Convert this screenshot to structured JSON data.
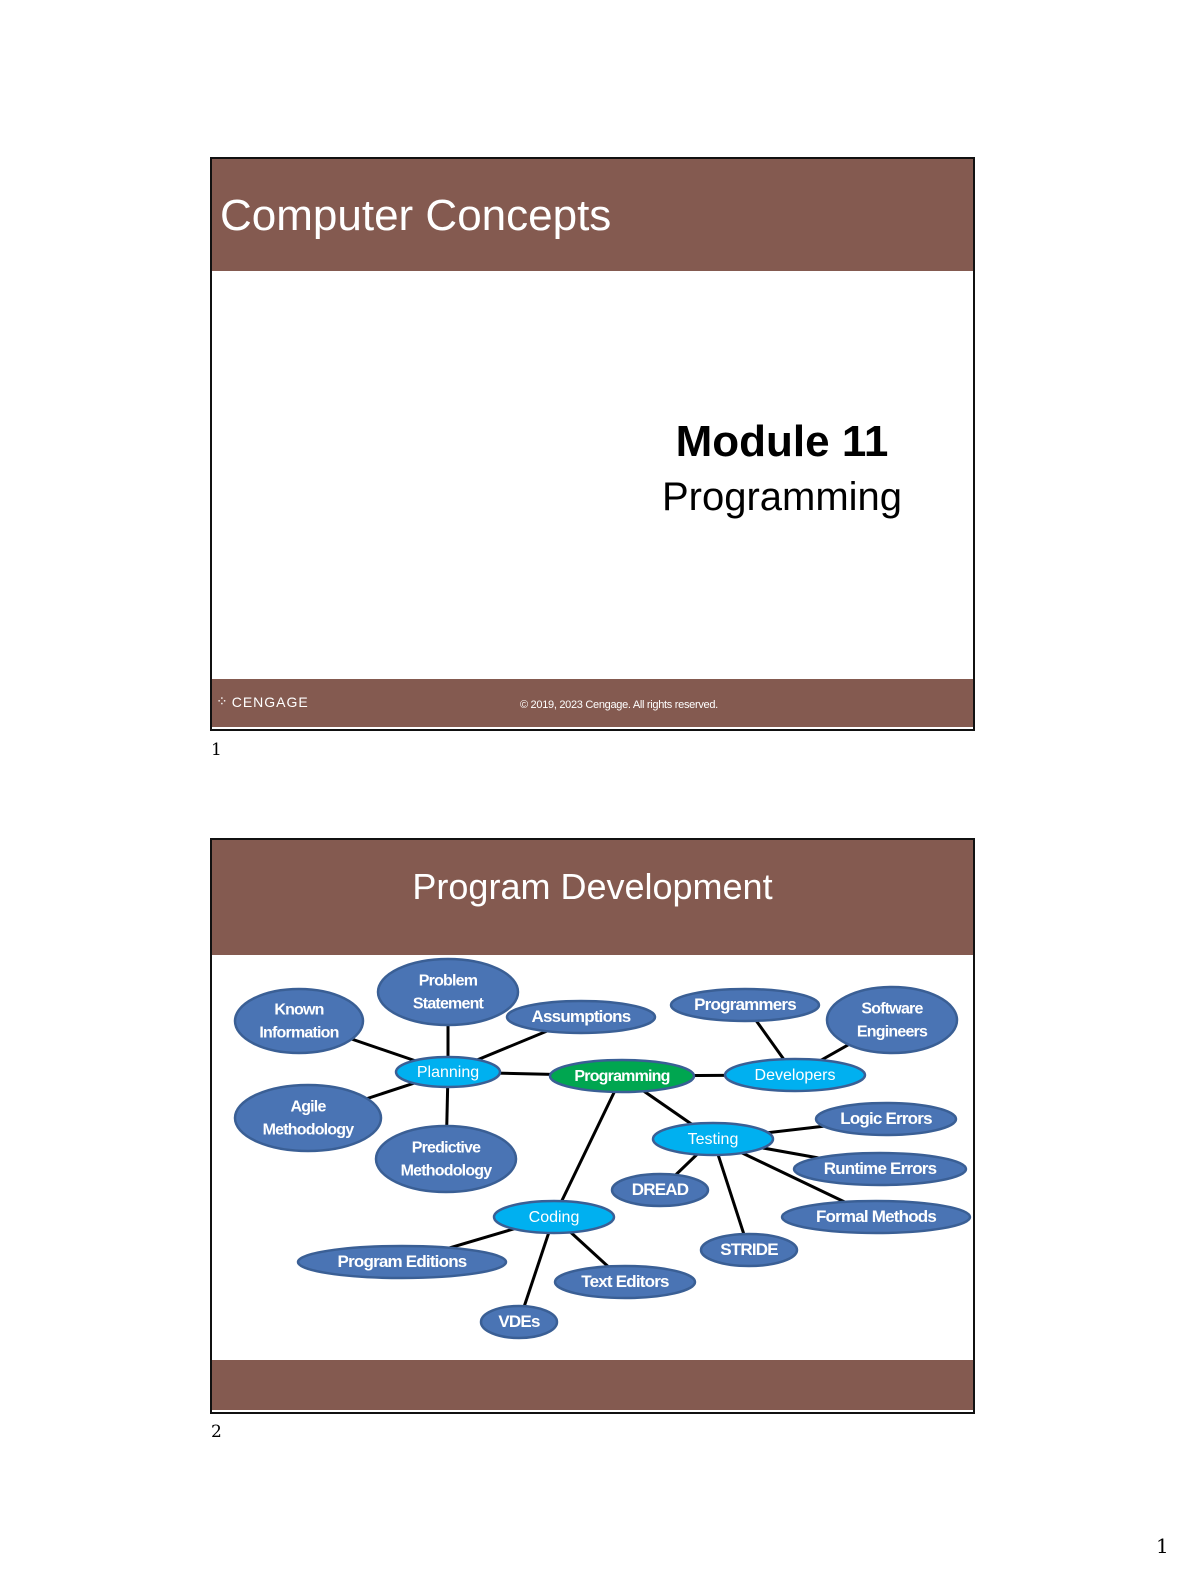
{
  "slide1": {
    "title": "Computer Concepts",
    "module": "Module 11",
    "subtitle": "Programming",
    "logo_text": "CENGAGE",
    "copyright": "© 2019, 2023 Cengage. All rights reserved.",
    "number": "1"
  },
  "slide2": {
    "title": "Program Development",
    "number": "2",
    "nodes": [
      {
        "id": "known",
        "label": [
          "Known",
          "Information"
        ]
      },
      {
        "id": "problem",
        "label": [
          "Problem",
          "Statement"
        ]
      },
      {
        "id": "assump",
        "label": [
          "Assumptions"
        ]
      },
      {
        "id": "programmers",
        "label": [
          "Programmers"
        ]
      },
      {
        "id": "softeng",
        "label": [
          "Software",
          "Engineers"
        ]
      },
      {
        "id": "planning",
        "label": [
          "Planning"
        ],
        "kind": "hub"
      },
      {
        "id": "programming",
        "label": [
          "Programming"
        ],
        "kind": "root"
      },
      {
        "id": "developers",
        "label": [
          "Developers"
        ],
        "kind": "hub"
      },
      {
        "id": "agile",
        "label": [
          "Agile",
          "Methodology"
        ]
      },
      {
        "id": "predictive",
        "label": [
          "Predictive",
          "Methodology"
        ]
      },
      {
        "id": "testing",
        "label": [
          "Testing"
        ],
        "kind": "hub"
      },
      {
        "id": "logic",
        "label": [
          "Logic Errors"
        ]
      },
      {
        "id": "runtime",
        "label": [
          "Runtime Errors"
        ]
      },
      {
        "id": "dread",
        "label": [
          "DREAD"
        ]
      },
      {
        "id": "formal",
        "label": [
          "Formal Methods"
        ]
      },
      {
        "id": "coding",
        "label": [
          "Coding"
        ],
        "kind": "hub"
      },
      {
        "id": "stride",
        "label": [
          "STRIDE"
        ]
      },
      {
        "id": "editions",
        "label": [
          "Program Editions"
        ]
      },
      {
        "id": "texted",
        "label": [
          "Text Editors"
        ]
      },
      {
        "id": "vdes",
        "label": [
          "VDEs"
        ]
      }
    ],
    "edges": [
      [
        "planning",
        "known"
      ],
      [
        "planning",
        "problem"
      ],
      [
        "planning",
        "assump"
      ],
      [
        "planning",
        "agile"
      ],
      [
        "planning",
        "predictive"
      ],
      [
        "planning",
        "programming"
      ],
      [
        "programming",
        "developers"
      ],
      [
        "developers",
        "programmers"
      ],
      [
        "developers",
        "softeng"
      ],
      [
        "programming",
        "testing"
      ],
      [
        "programming",
        "coding"
      ],
      [
        "testing",
        "logic"
      ],
      [
        "testing",
        "runtime"
      ],
      [
        "testing",
        "formal"
      ],
      [
        "testing",
        "dread"
      ],
      [
        "testing",
        "stride"
      ],
      [
        "coding",
        "editions"
      ],
      [
        "coding",
        "texted"
      ],
      [
        "coding",
        "vdes"
      ]
    ],
    "colors": {
      "leaf": "#4A74B4",
      "hub": "#00B0F0",
      "root": "#00A650",
      "band": "#845A50"
    }
  },
  "page_number": "1"
}
